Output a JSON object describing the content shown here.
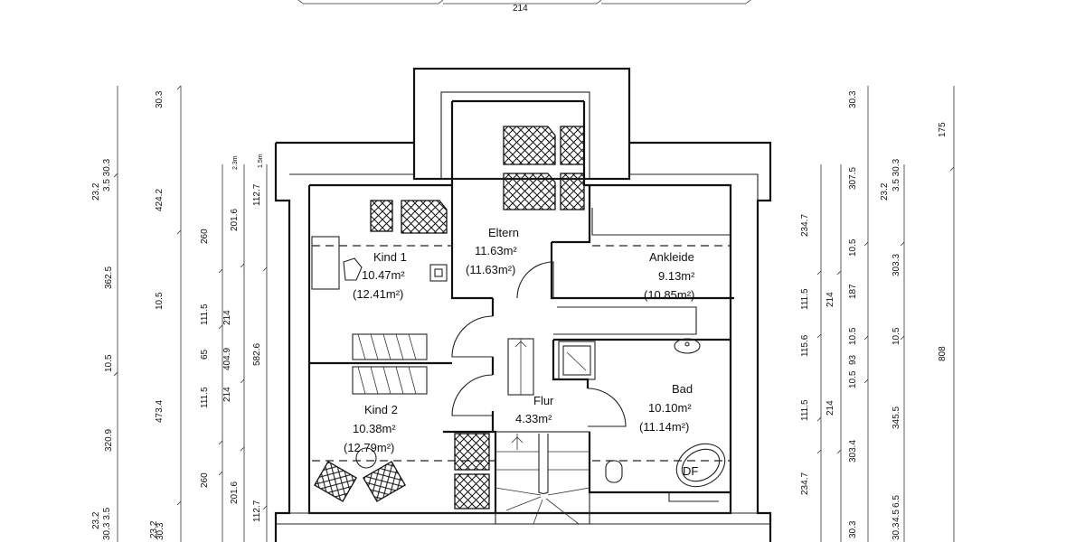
{
  "top": {
    "dimension": "214"
  },
  "rooms": {
    "eltern": {
      "name": "Eltern",
      "area": "11.63m²",
      "area_gross": "(11.63m²)"
    },
    "kind1": {
      "name": "Kind 1",
      "area": "10.47m²",
      "area_gross": "(12.41m²)"
    },
    "ankleide": {
      "name": "Ankleide",
      "area": "9.13m²",
      "area_gross": "(10.85m²)"
    },
    "kind2": {
      "name": "Kind 2",
      "area": "10.38m²",
      "area_gross": "(12.79m²)"
    },
    "flur": {
      "name": "Flur",
      "area": "4.33m²"
    },
    "bad": {
      "name": "Bad",
      "area": "10.10m²",
      "area_gross": "(11.14m²)"
    }
  },
  "fixtures": {
    "window_label": "DF"
  },
  "dims_left": {
    "outer": [
      "30.3",
      "23.2",
      "3.5 30.3",
      "424.2",
      "362.5",
      "10.5",
      "10.5",
      "473.4",
      "320.9",
      "23.2",
      "30.3 3.5",
      "30.3",
      "23.2"
    ],
    "inner": [
      "260",
      "201.6",
      "111.5",
      "214",
      "65",
      "404.9",
      "582.6",
      "111.5",
      "214",
      "260",
      "201.6",
      "112.7",
      "112.7",
      "2.3m",
      "1.5m"
    ]
  },
  "dims_right": {
    "inner": [
      "234.7",
      "111.5",
      "214",
      "115.6",
      "111.5",
      "214",
      "234.7"
    ],
    "outer": [
      "30.3",
      "307.5",
      "23.2",
      "3.5 30.3",
      "10.5",
      "303.3",
      "187",
      "10.5",
      "10.5",
      "93",
      "10.5",
      "303.4",
      "345.5",
      "30.3",
      "30.3",
      "4.5",
      "6.5",
      "175",
      "808"
    ]
  }
}
